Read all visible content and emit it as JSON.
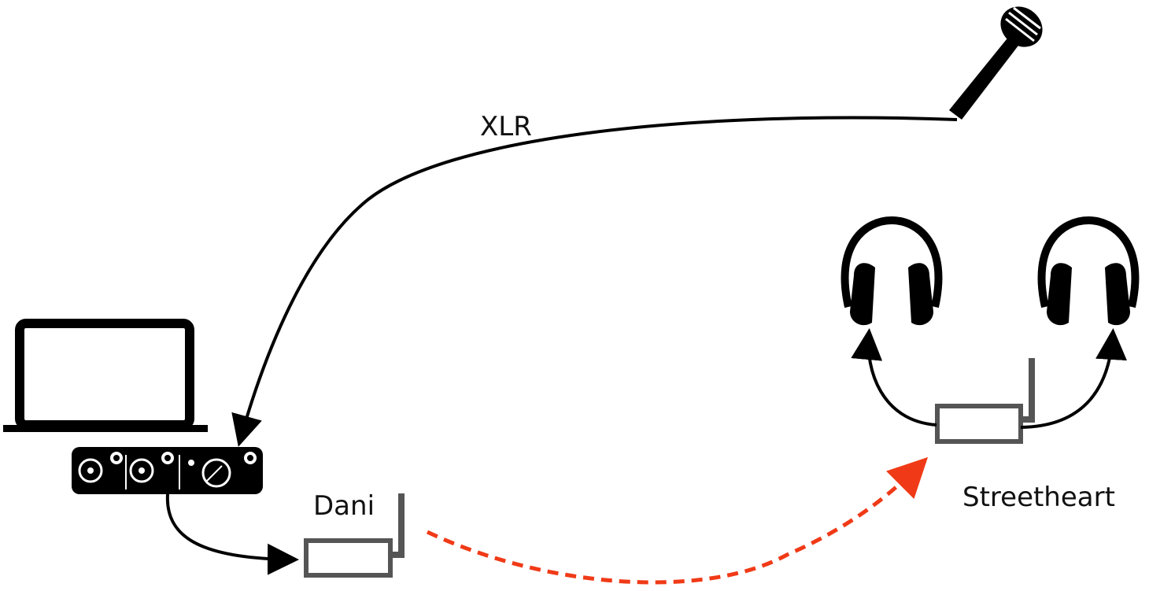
{
  "labels": {
    "cable": "XLR",
    "transmitter": "Dani",
    "receiver": "Streetheart"
  },
  "colors": {
    "line": "#000000",
    "wireless_link": "#f03a17",
    "device_outline": "#555555"
  },
  "icons": [
    "laptop-icon",
    "audio-interface-icon",
    "microphone-icon",
    "headphones-icon",
    "wireless-transmitter-icon",
    "wireless-receiver-icon"
  ]
}
